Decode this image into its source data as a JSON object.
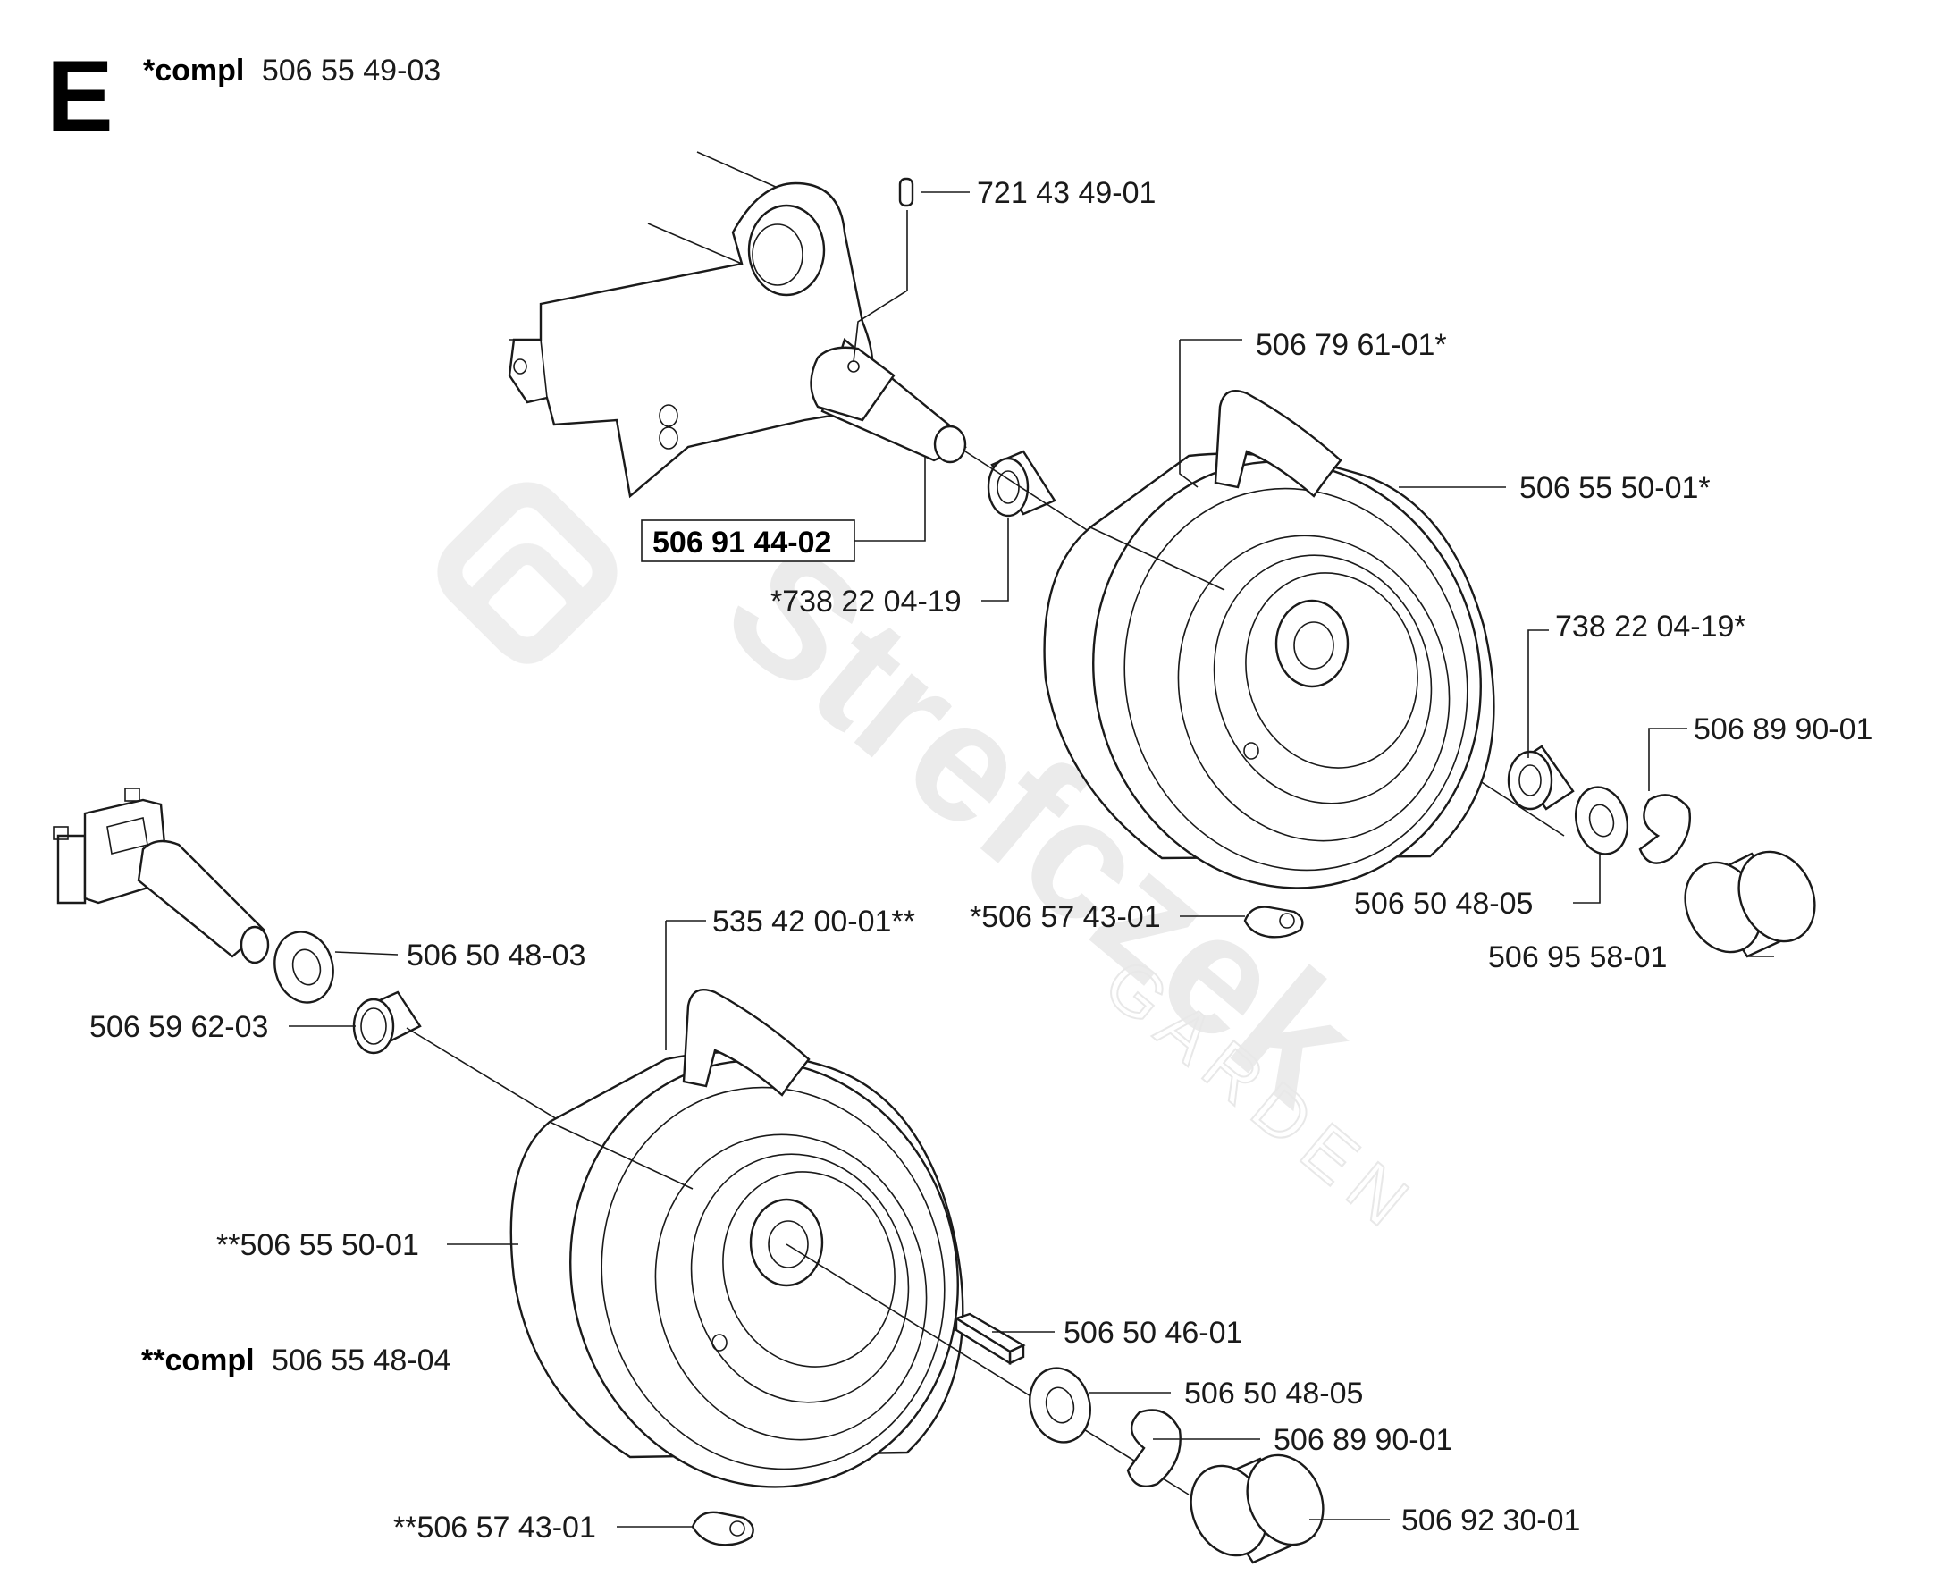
{
  "section_letter": "E",
  "assemblies": {
    "upper_compl": {
      "prefix": "*compl",
      "number": "506 55 49-03"
    },
    "lower_compl": {
      "prefix": "**compl",
      "number": "506 55 48-04"
    }
  },
  "parts": {
    "p_721434901": "721 43 49-01",
    "p_506796101": "506 79 61-01*",
    "p_506555001_star": "506 55 50-01*",
    "p_506914402": "506 91 44-02",
    "p_738220419_pre": "*738 22 04-19",
    "p_738220419_post": "738 22 04-19*",
    "p_506899001_top": "506 89 90-01",
    "p_506504805_top": "506 50 48-05",
    "p_506957431_top": "*506 57 43-01",
    "p_506955801": "506 95 58-01",
    "p_506504803": "506 50 48-03",
    "p_535420001": "535 42 00-01**",
    "p_506596203": "506 59 62-03",
    "p_506555001_dbl": "**506 55 50-01",
    "p_506504601": "506 50 46-01",
    "p_506504805_bot": "506 50 48-05",
    "p_506899001_bot": "506 89 90-01",
    "p_506923001": "506 92 30-01",
    "p_506574301_bot": "**506 57 43-01"
  },
  "watermark": {
    "brand": "Strefczek",
    "sub": "GARDEN"
  }
}
